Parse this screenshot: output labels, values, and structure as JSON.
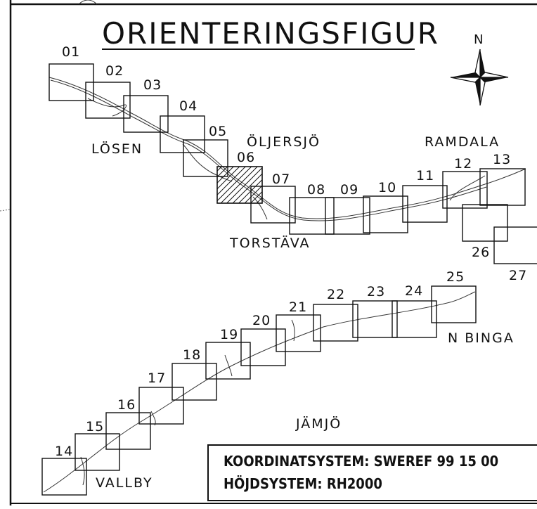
{
  "title": "ORIENTERINGSFIGUR",
  "north_label": "N",
  "sheets": [
    "01",
    "02",
    "03",
    "04",
    "05",
    "06",
    "07",
    "08",
    "09",
    "10",
    "11",
    "12",
    "13",
    "14",
    "15",
    "16",
    "17",
    "18",
    "19",
    "20",
    "21",
    "22",
    "23",
    "24",
    "25",
    "26",
    "27"
  ],
  "highlighted_sheet": "06",
  "places": {
    "losen": "LÖSEN",
    "oljersjo": "ÖLJERSJÖ",
    "ramdala": "RAMDALA",
    "torstava": "TORSTÄVA",
    "n_binga": "N BINGA",
    "jamjo": "JÄMJÖ",
    "vallby": "VALLBY"
  },
  "info": {
    "koordinatsystem": "KOORDINATSYSTEM: SWEREF 99 15 00",
    "hojdsystem": "HÖJDSYSTEM: RH2000"
  }
}
